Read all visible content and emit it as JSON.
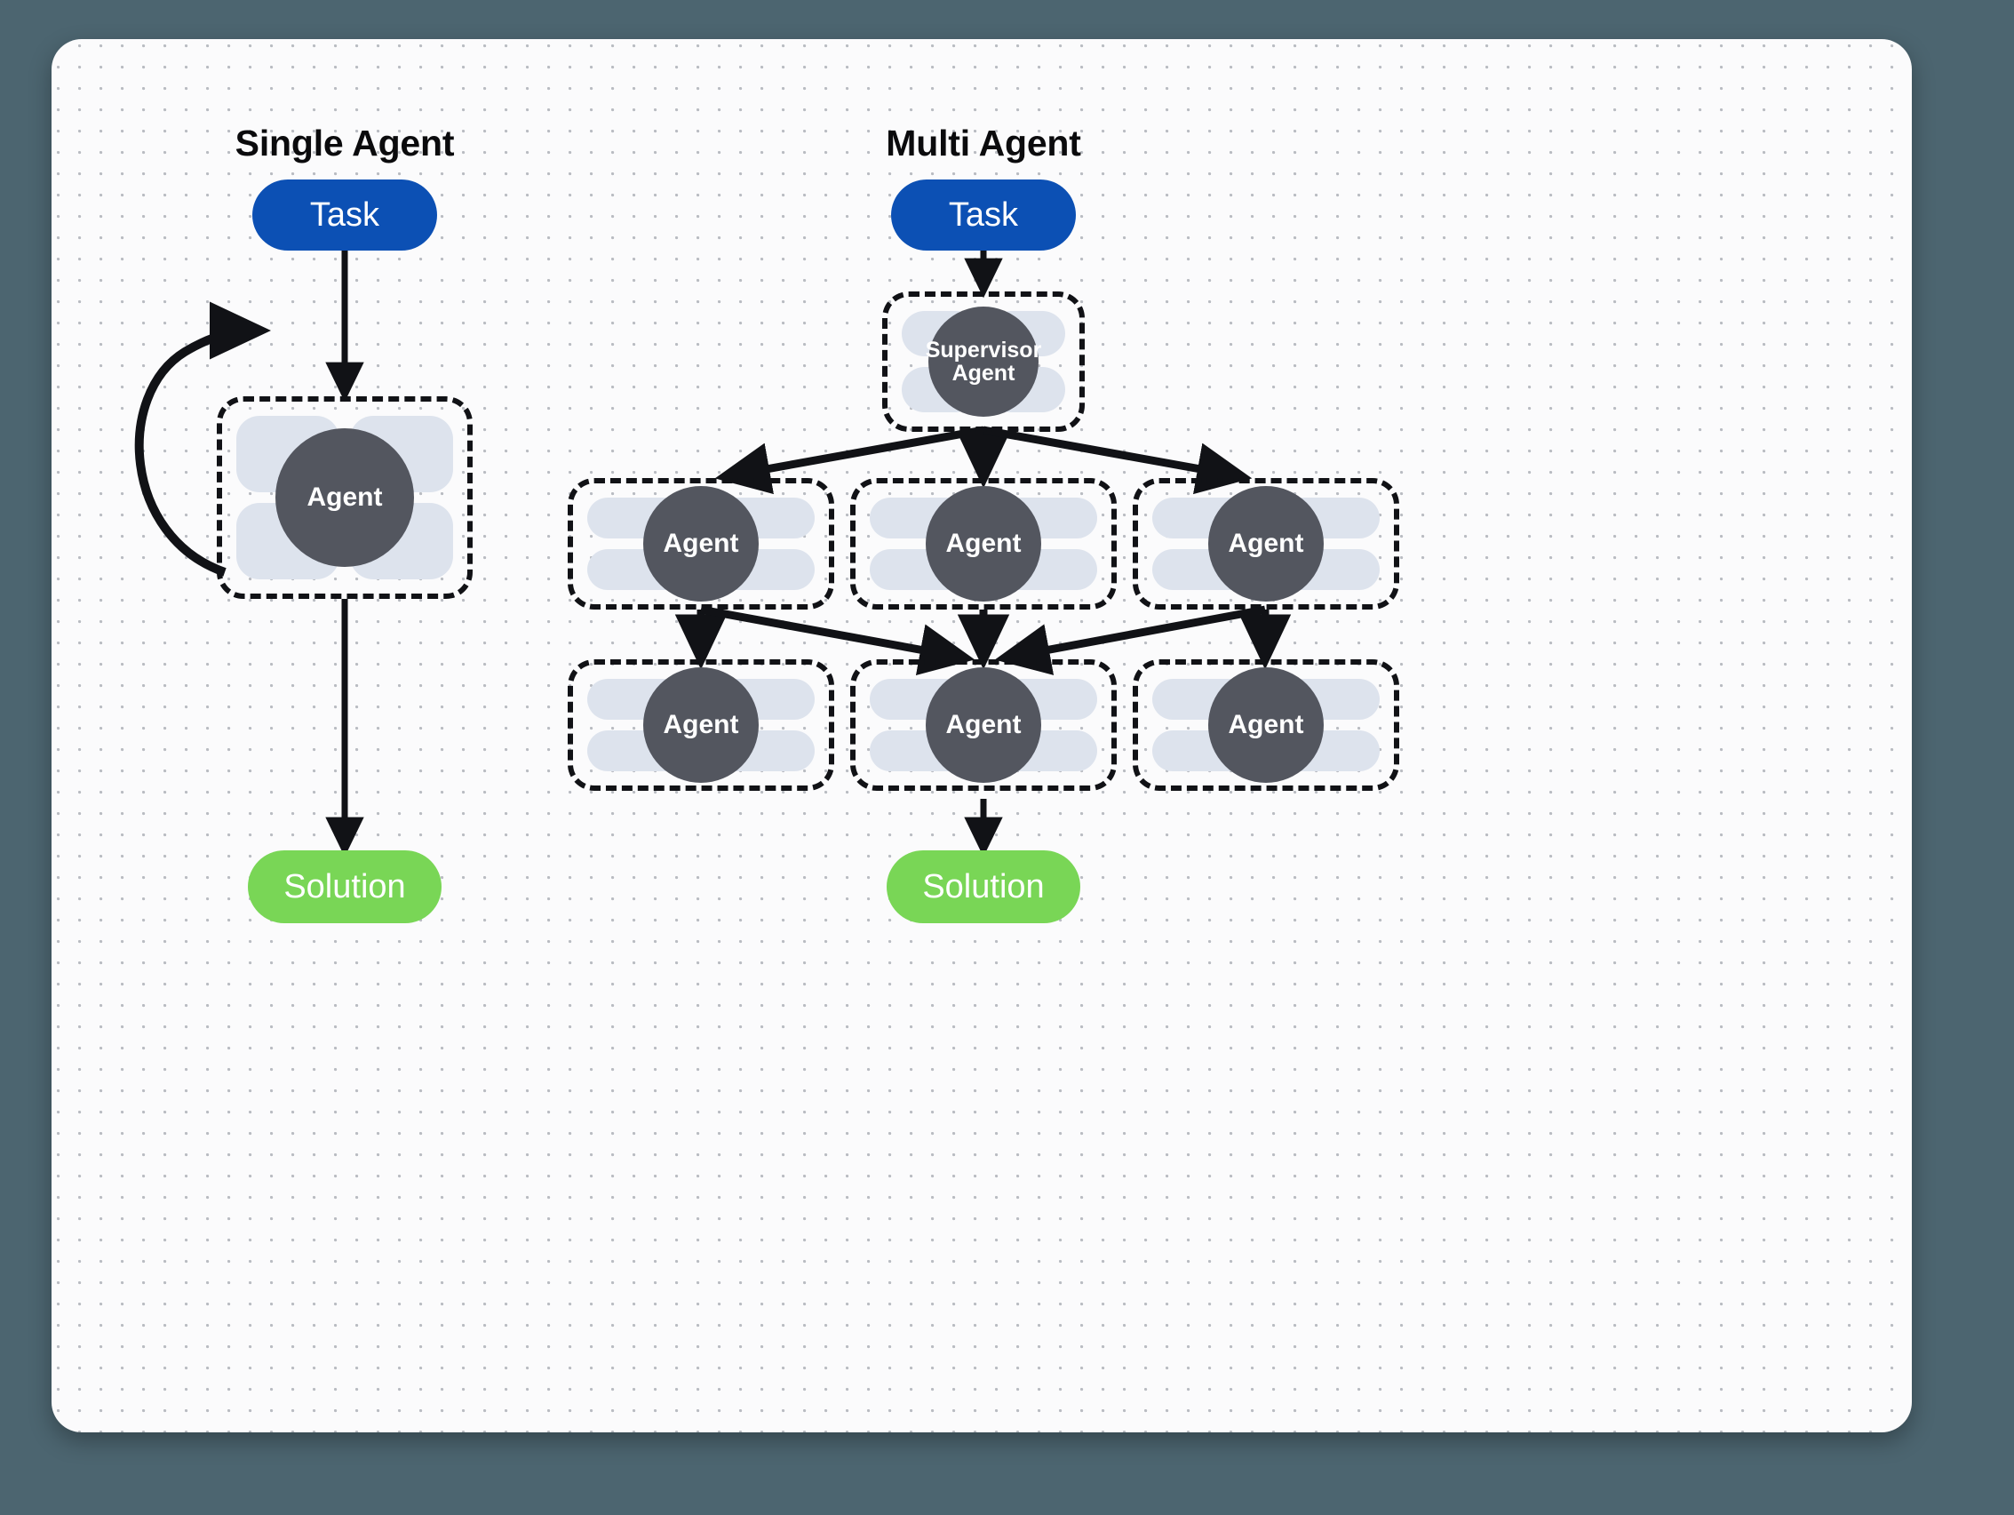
{
  "canvas": {
    "background": "#fbfbfc",
    "outer_background": "#4c6570",
    "dot_color": "#b9bcc2"
  },
  "palette": {
    "task_blue": "#0c50b4",
    "solution_green": "#79d656",
    "agent_core": "#53565f",
    "petal": "#dde3ed",
    "edge": "#111216",
    "title": "#0b0b0d"
  },
  "columns": [
    {
      "id": "single-agent",
      "title": "Single Agent",
      "task_label": "Task",
      "solution_label": "Solution",
      "agents": [
        {
          "label": "Agent",
          "row": 1,
          "col": 1
        }
      ]
    },
    {
      "id": "multi-agent",
      "title": "Multi Agent",
      "task_label": "Task",
      "solution_label": "Solution",
      "supervisor_label_line1": "Supervisor",
      "supervisor_label_line2": "Agent",
      "agents": [
        {
          "label": "Agent",
          "row": 1,
          "col": 1
        },
        {
          "label": "Agent",
          "row": 1,
          "col": 2
        },
        {
          "label": "Agent",
          "row": 1,
          "col": 3
        },
        {
          "label": "Agent",
          "row": 2,
          "col": 1
        },
        {
          "label": "Agent",
          "row": 2,
          "col": 2
        },
        {
          "label": "Agent",
          "row": 2,
          "col": 3
        }
      ]
    }
  ],
  "flow": {
    "single": [
      "Task -> Agent",
      "Agent -> Agent (self loop)",
      "Agent -> Solution"
    ],
    "multi": [
      "Task -> Supervisor Agent",
      "Supervisor Agent -> Agent (left)",
      "Supervisor Agent -> Agent (center)",
      "Supervisor Agent -> Agent (right)",
      "Agent (left) -> Agent (bottom-left)",
      "Agent (left) -> Agent (bottom-center)",
      "Agent (center) -> Agent (bottom-center)",
      "Agent (right) -> Agent (bottom-center)",
      "Agent (right) -> Agent (bottom-right)",
      "Agent (bottom-center) -> Solution"
    ]
  }
}
